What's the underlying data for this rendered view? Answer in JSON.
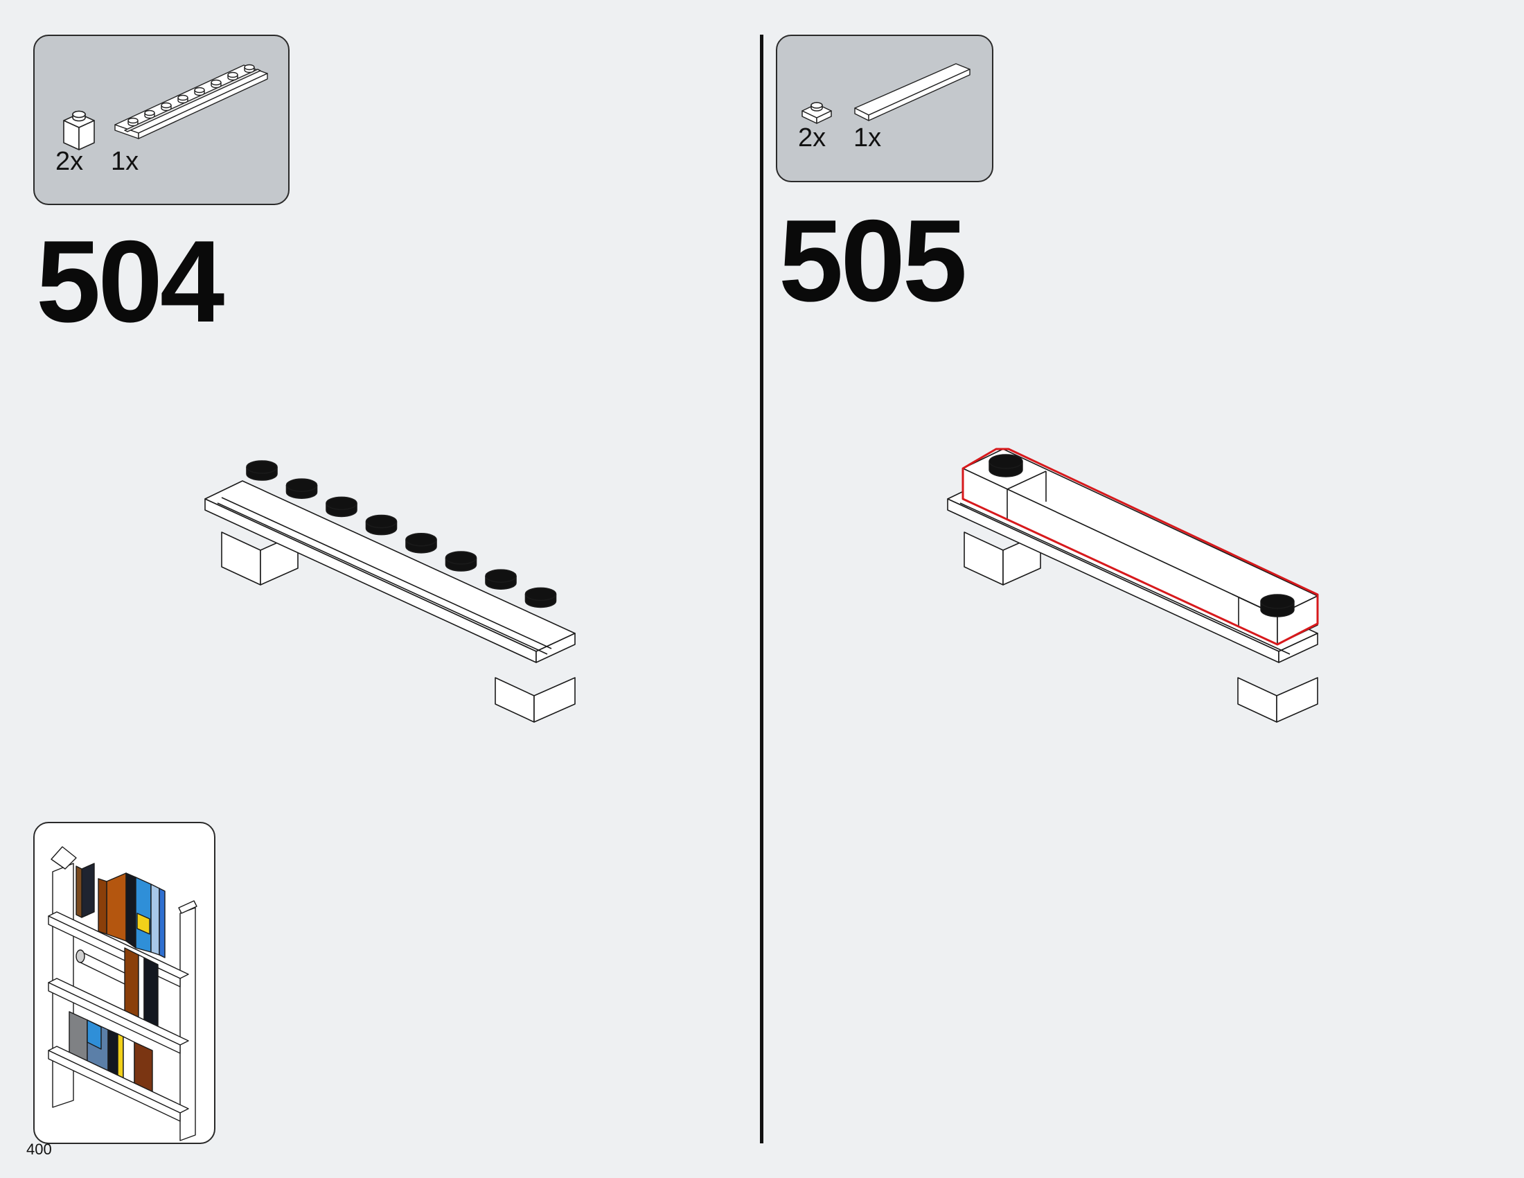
{
  "page": {
    "number": "400"
  },
  "steps": [
    {
      "number": "504",
      "parts": [
        {
          "qty": "2x",
          "name": "brick-1x1-icon"
        },
        {
          "qty": "1x",
          "name": "plate-1x8-rail-icon"
        }
      ]
    },
    {
      "number": "505",
      "parts": [
        {
          "qty": "2x",
          "name": "plate-1x1-icon"
        },
        {
          "qty": "1x",
          "name": "tile-1x6-icon"
        }
      ]
    }
  ],
  "colors": {
    "background": "#eef0f2",
    "parts_box": "#c4c8cc",
    "highlight": "#d7191c"
  }
}
